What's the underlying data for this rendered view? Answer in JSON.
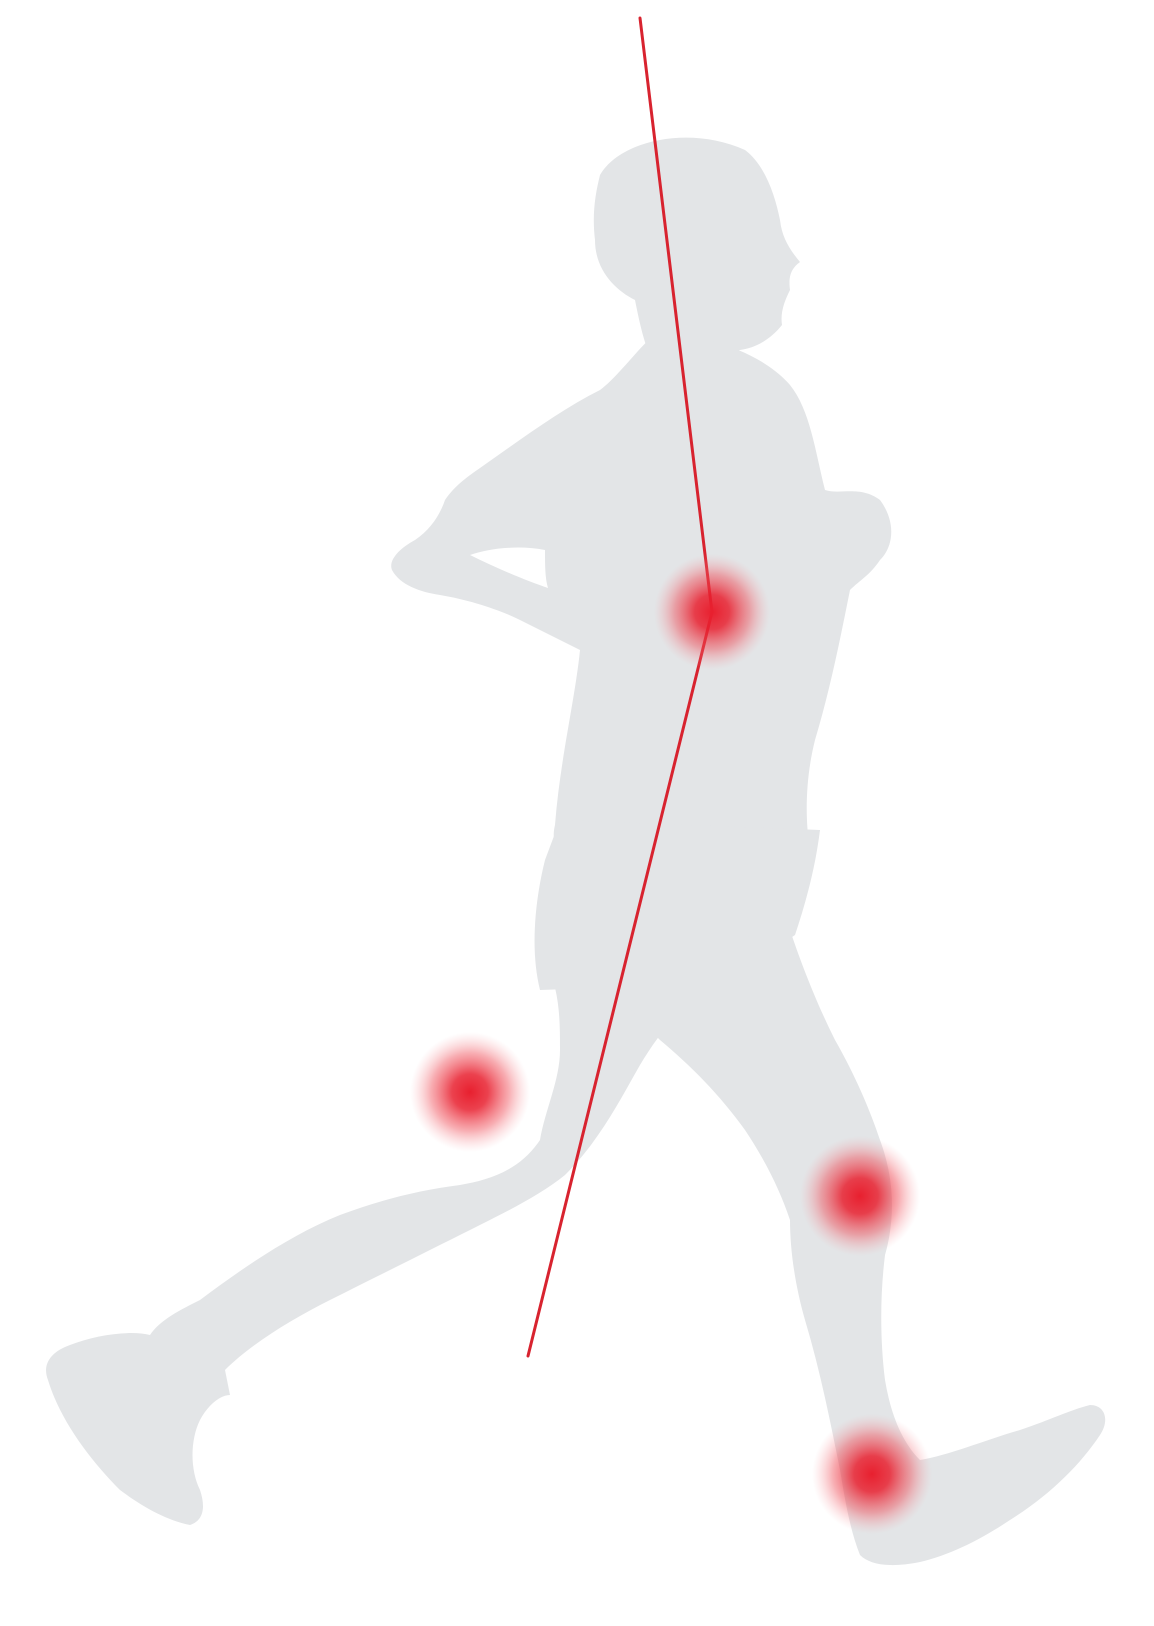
{
  "figure": {
    "subject": "runner-silhouette",
    "colors": {
      "background": "#ffffff",
      "silhouette": "#e3e5e7",
      "alignment_line": "#d8232f",
      "pain_point": "#e8202f"
    },
    "pain_points": [
      {
        "name": "pain-point-hip"
      },
      {
        "name": "pain-point-front-knee"
      },
      {
        "name": "pain-point-back-knee"
      },
      {
        "name": "pain-point-ankle"
      }
    ],
    "alignment_segments": [
      {
        "name": "alignment-line-upper"
      },
      {
        "name": "alignment-line-lower"
      }
    ]
  }
}
